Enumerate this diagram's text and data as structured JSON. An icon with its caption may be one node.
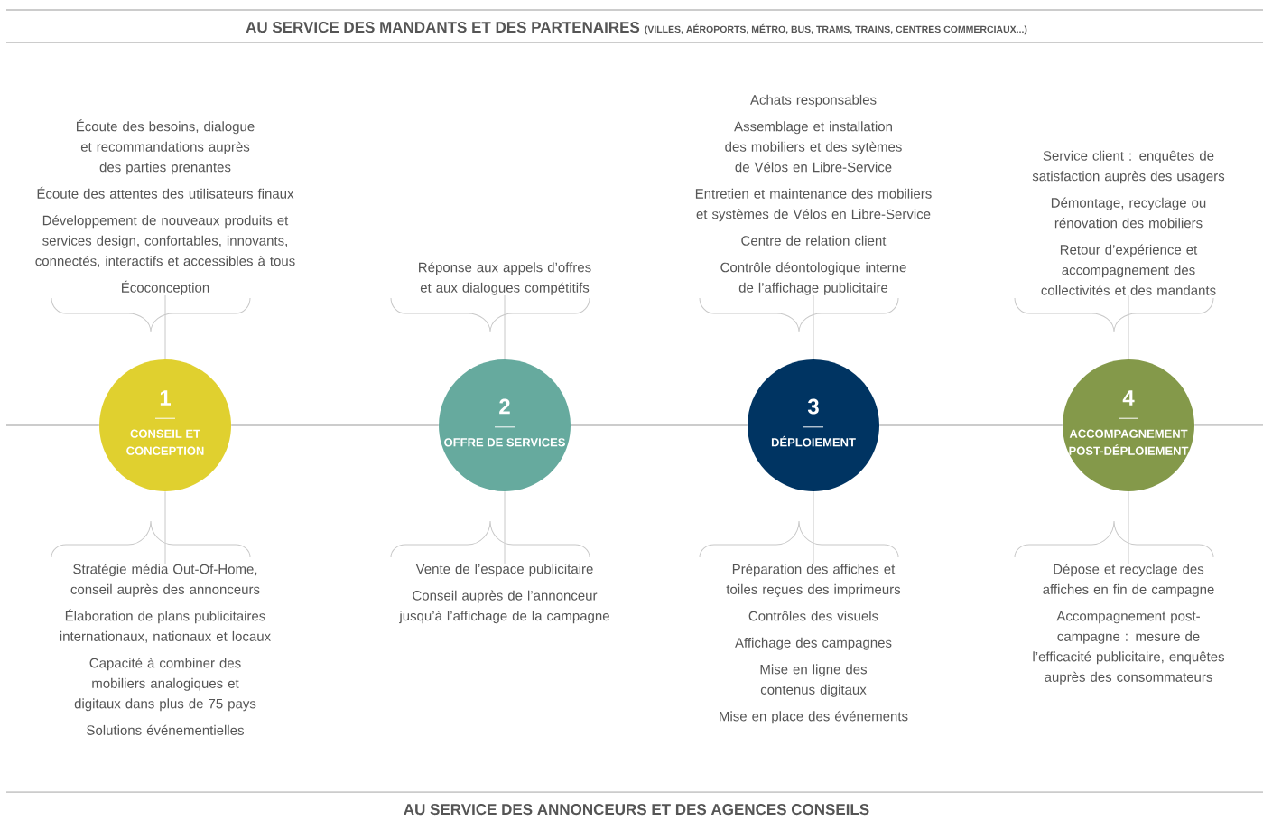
{
  "diagram": {
    "title": "AU SERVICE DES MANDANTS ET DES PARTENAIRES",
    "nodes": [
      {
        "text": [
          "Écoute des besoins, dialogue et recommandations auprès des parties prenantes",
          "Écoute des attentes des utilisateurs finaux",
          "Développement de nouveaux produits et services design, confortables, innovants, connectés, interactifs et accessibles à tous",
          "Écoconception"
        ]
      },
      {
        "text": [
          "Réponse aux appels d’offres et aux dialogues compétitifs"
        ]
      },
      {
        "text": [
          "Achats responsables",
          "Assemblage et installation des mobiliers et des sytèmes de Vélos en Libre-Service",
          "Entretien et maintenance des mobiliers et systèmes de Vélos en Libre-Service",
          "Centre de relation client",
          "Contrôle déontologique interne de l’affichage publicitaire"
        ]
      },
      {
        "text": [
          "Service client : enquêtes de satisfaction auprès des usagers",
          "Démontage, recyclage ou rénovation des mobiliers",
          "Retour d’expérience et accompagnement des collectivités et des mandants"
        ]
      },
      {
        "text": [
          "1",
          "CONSEIL ET CONCEPTION"
        ]
      },
      {
        "text": [
          "2",
          "OFFRE DE SERVICES"
        ]
      },
      {
        "text": [
          "3",
          "DÉPLOIEMENT"
        ]
      },
      {
        "text": [
          "4",
          "ACCOMPAGNEMENT POST-DÉPLOIEMENT"
        ]
      },
      {
        "text": [
          "Stratégie média Out-Of-Home, conseil auprès des annonceurs",
          "Élaboration de plans publicitaires internationaux, nationaux et locaux",
          "Capacité à combiner des mobiliers analogiques et digitaux dans plus de 75 pays",
          "Solutions événementielles"
        ]
      },
      {
        "text": [
          "Vente de l’espace publicitaire",
          "Conseil auprès de l’annonceur jusqu’à l’affichage de la campagne"
        ]
      },
      {
        "text": [
          "Préparation des affiches et toiles reçues des imprimeurs",
          "Contrôles des visuels",
          "Affichage des campagnes",
          "Mise en ligne des contenus digitaux",
          "Mise en place des événements"
        ]
      },
      {
        "text": [
          "Dépose et recyclage des affiches en fin de campagne",
          "Accompagnement post-campagne : mesure de l’efficacité publicitaire, enquêtes auprès des consommateurs"
        ]
      }
    ],
    "edges": [
      {
        "from": null,
        "to": 4,
        "arrow": "none"
      },
      {
        "from": 4,
        "to": 5,
        "arrow": "none"
      },
      {
        "from": 5,
        "to": 6,
        "arrow": "none"
      },
      {
        "from": 6,
        "to": 7,
        "arrow": "none"
      },
      {
        "from": 7,
        "to": null,
        "arrow": "none"
      },
      {
        "from": 0,
        "to": 4,
        "arrow": "none"
      },
      {
        "from": 1,
        "to": 5,
        "arrow": "none"
      },
      {
        "from": 2,
        "to": 6,
        "arrow": "none"
      },
      {
        "from": 3,
        "to": 7,
        "arrow": "none"
      },
      {
        "from": 4,
        "to": 8,
        "arrow": "none"
      },
      {
        "from": 5,
        "to": 9,
        "arrow": "none"
      },
      {
        "from": 6,
        "to": 10,
        "arrow": "none"
      },
      {
        "from": 7,
        "to": 11,
        "arrow": "none"
      }
    ],
    "labels": [
      "(VILLES, AÉROPORTS, MÉTRO, BUS, TRAMS, TRAINS, CENTRES COMMERCIAUX...)",
      "AU SERVICE DES ANNONCEURS ET DES AGENCES CONSEILS"
    ]
  }
}
